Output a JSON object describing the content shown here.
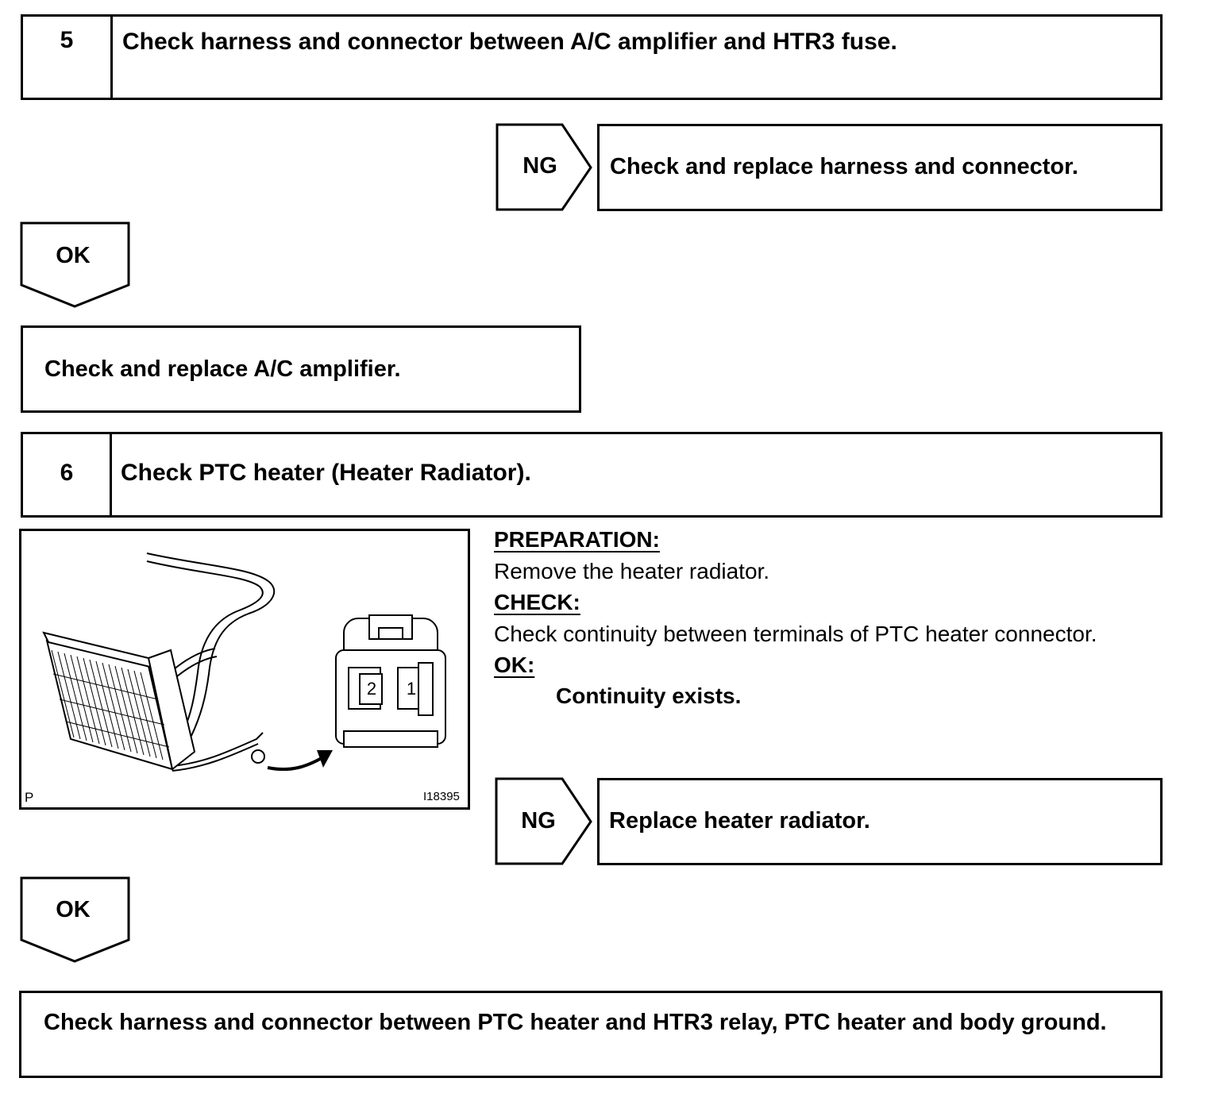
{
  "step5": {
    "number": "5",
    "title": "Check harness and connector between A/C amplifier and HTR3 fuse.",
    "ng_label": "NG",
    "ng_action": "Check and replace harness and connector.",
    "ok_label": "OK",
    "ok_action": "Check and replace A/C amplifier."
  },
  "step6": {
    "number": "6",
    "title": "Check PTC heater (Heater Radiator).",
    "figure": {
      "corner_left": "P",
      "figure_id": "I18395",
      "terminal_2": "2",
      "terminal_1": "1"
    },
    "preparation_heading": "PREPARATION:",
    "preparation_text": "Remove the heater radiator.",
    "check_heading": "CHECK:",
    "check_text": "Check continuity between terminals of PTC heater connector.",
    "ok_heading": "OK:",
    "ok_text": "Continuity exists.",
    "ng_label": "NG",
    "ng_action": "Replace heater radiator.",
    "ok_label": "OK",
    "ok_action": "Check harness and connector between PTC heater and HTR3 relay, PTC heater and body ground."
  }
}
